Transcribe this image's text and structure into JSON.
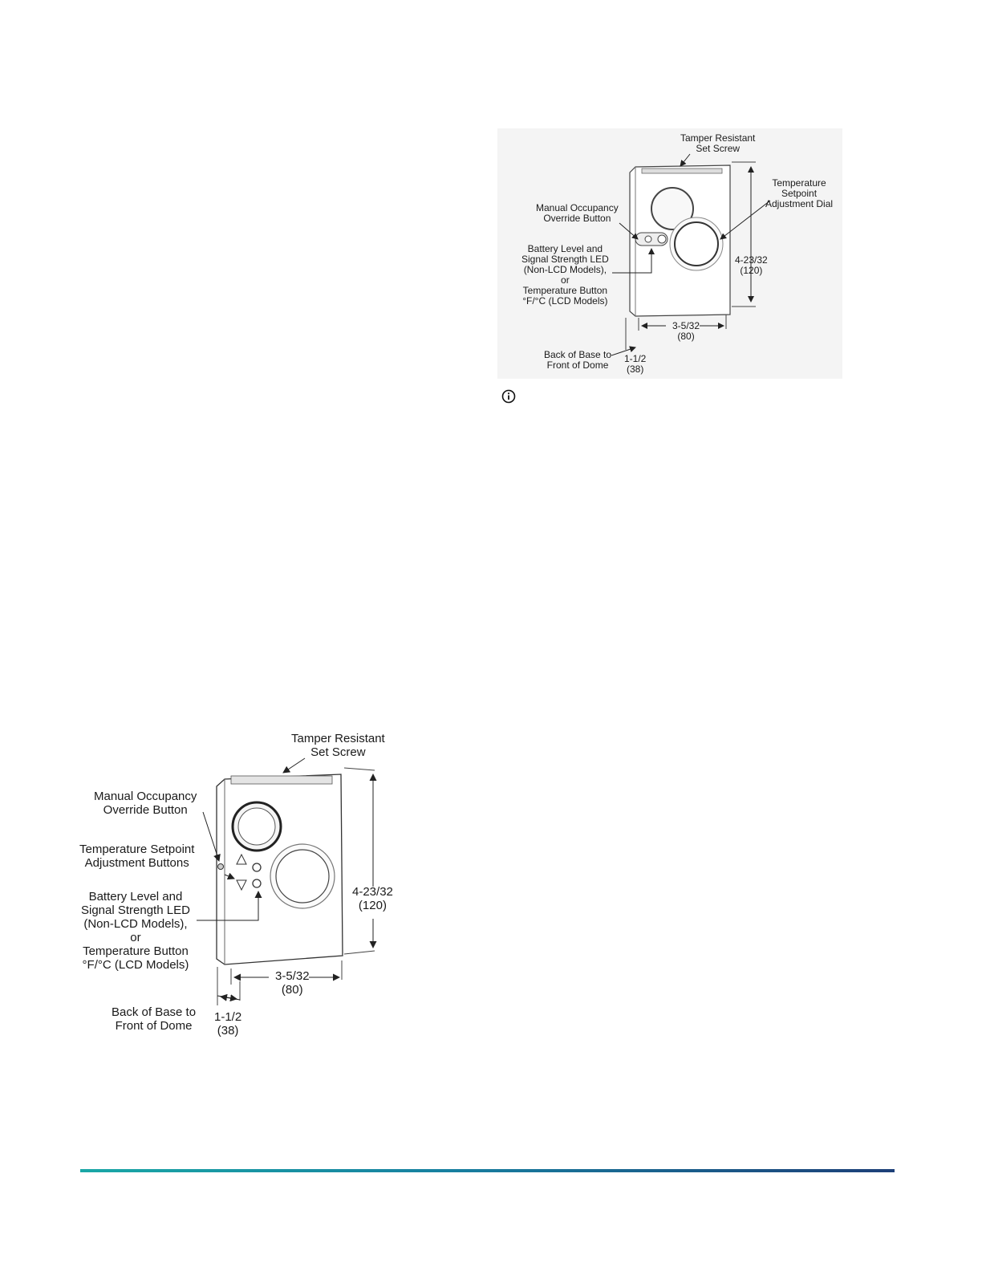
{
  "figure_top": {
    "labels": {
      "tamper": "Tamper Resistant\nSet Screw",
      "dial": "Temperature\nSetpoint\nAdjustment Dial",
      "override": "Manual Occupancy\nOverride Button",
      "led": "Battery Level and\nSignal Strength LED\n(Non-LCD Models),\nor\nTemperature Button\n°F/°C (LCD Models)",
      "height": "4-23/32\n(120)",
      "width": "3-5/32\n(80)",
      "depth": "1-1/2\n(38)",
      "depth_desc": "Back of Base to\nFront of Dome"
    }
  },
  "figure_bottom": {
    "labels": {
      "tamper": "Tamper Resistant\nSet Screw",
      "override": "Manual Occupancy\nOverride Button",
      "setpoint_buttons": "Temperature Setpoint\nAdjustment Buttons",
      "led": "Battery Level and\nSignal Strength LED\n(Non-LCD Models),\nor\nTemperature Button\n°F/°C (LCD Models)",
      "height": "4-23/32\n(120)",
      "width": "3-5/32\n(80)",
      "depth": "1-1/2\n(38)",
      "depth_desc": "Back of Base to\nFront of Dome"
    }
  },
  "colors": {
    "rule_start": "#1aa7a6",
    "rule_end": "#1d3f78"
  }
}
